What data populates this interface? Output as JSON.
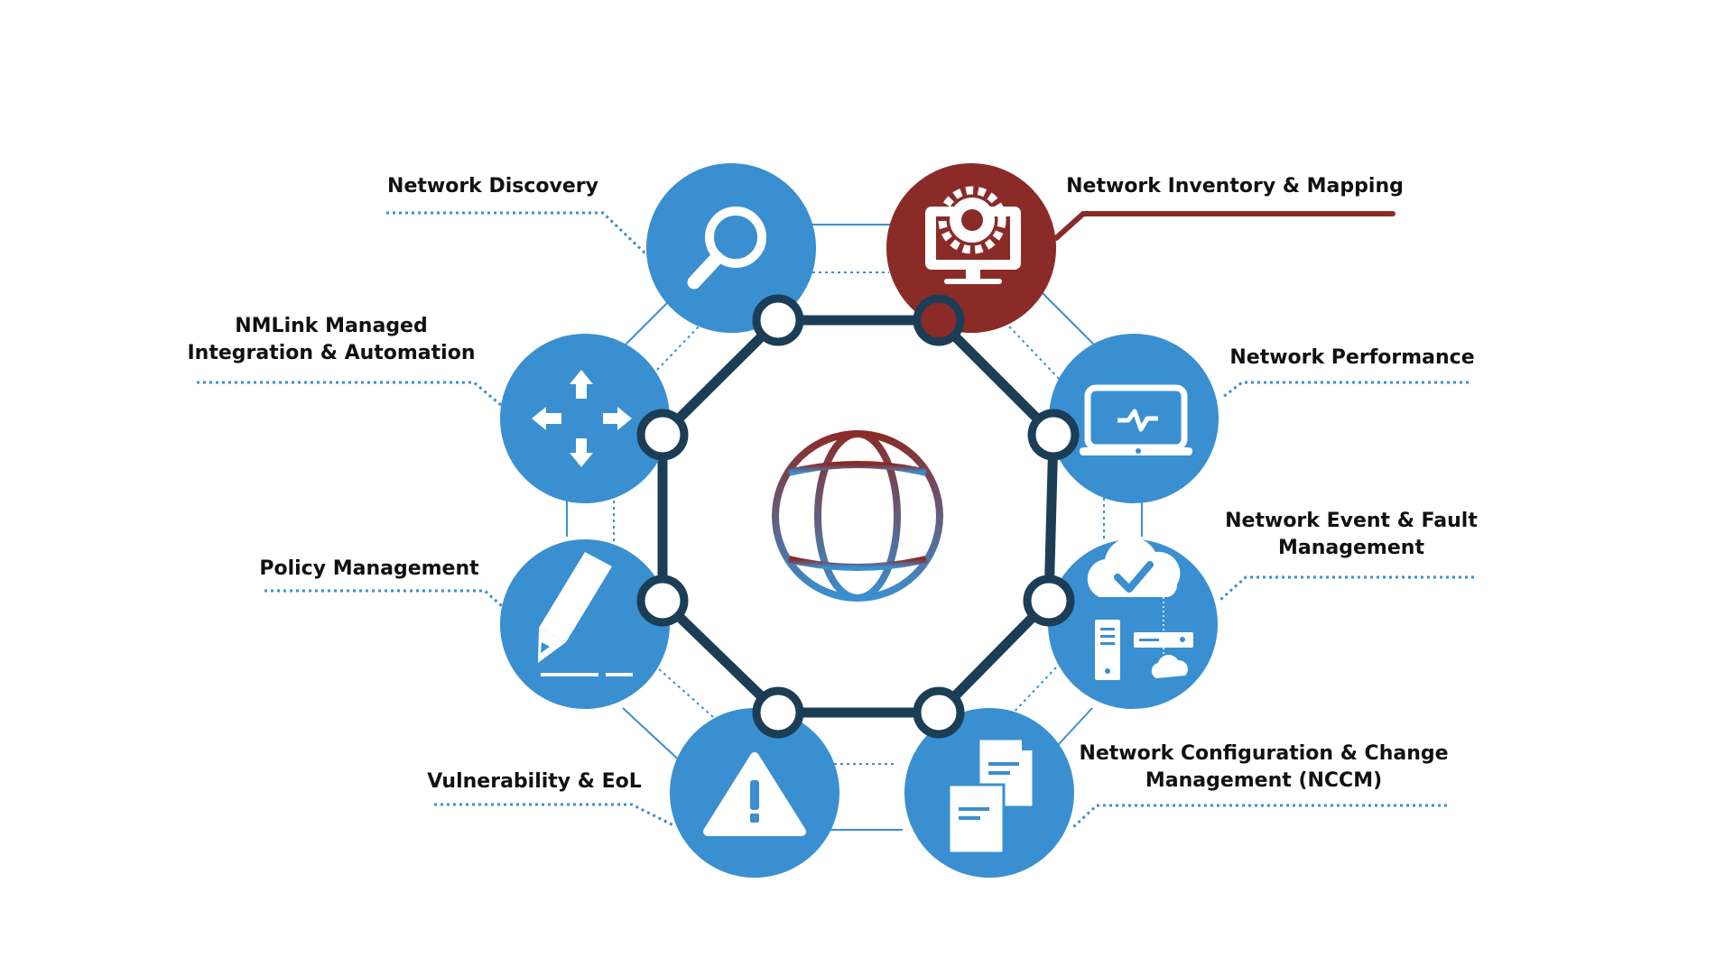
{
  "colors": {
    "node_blue": "#3a8fd0",
    "node_highlight": "#8b2b28",
    "ring": "#1c3d56",
    "connector_blue": "#3a8fd0",
    "icon": "#ffffff",
    "globe_top": "#8b2b28",
    "globe_bottom": "#3a8fd0"
  },
  "center": {
    "icon": "globe-icon"
  },
  "nodes": [
    {
      "id": "network-discovery",
      "label_lines": [
        "Network Discovery"
      ],
      "icon": "magnifier-icon",
      "highlighted": false
    },
    {
      "id": "network-inventory-mapping",
      "label_lines": [
        "Network Inventory & Mapping"
      ],
      "icon": "monitor-gear-icon",
      "highlighted": true
    },
    {
      "id": "network-performance",
      "label_lines": [
        "Network Performance"
      ],
      "icon": "laptop-pulse-icon",
      "highlighted": false
    },
    {
      "id": "network-event-fault",
      "label_lines": [
        "Network Event & Fault",
        "Management"
      ],
      "icon": "cloud-server-icon",
      "highlighted": false
    },
    {
      "id": "network-configuration",
      "label_lines": [
        "Network Configuration & Change",
        "Management (NCCM)"
      ],
      "icon": "documents-icon",
      "highlighted": false
    },
    {
      "id": "vulnerability-eol",
      "label_lines": [
        "Vulnerability & EoL"
      ],
      "icon": "warning-icon",
      "highlighted": false
    },
    {
      "id": "policy-management",
      "label_lines": [
        "Policy Management"
      ],
      "icon": "pencil-icon",
      "highlighted": false
    },
    {
      "id": "nmlink-integration",
      "label_lines": [
        "NMLink Managed",
        "Integration & Automation"
      ],
      "icon": "arrows-icon",
      "highlighted": false
    }
  ]
}
